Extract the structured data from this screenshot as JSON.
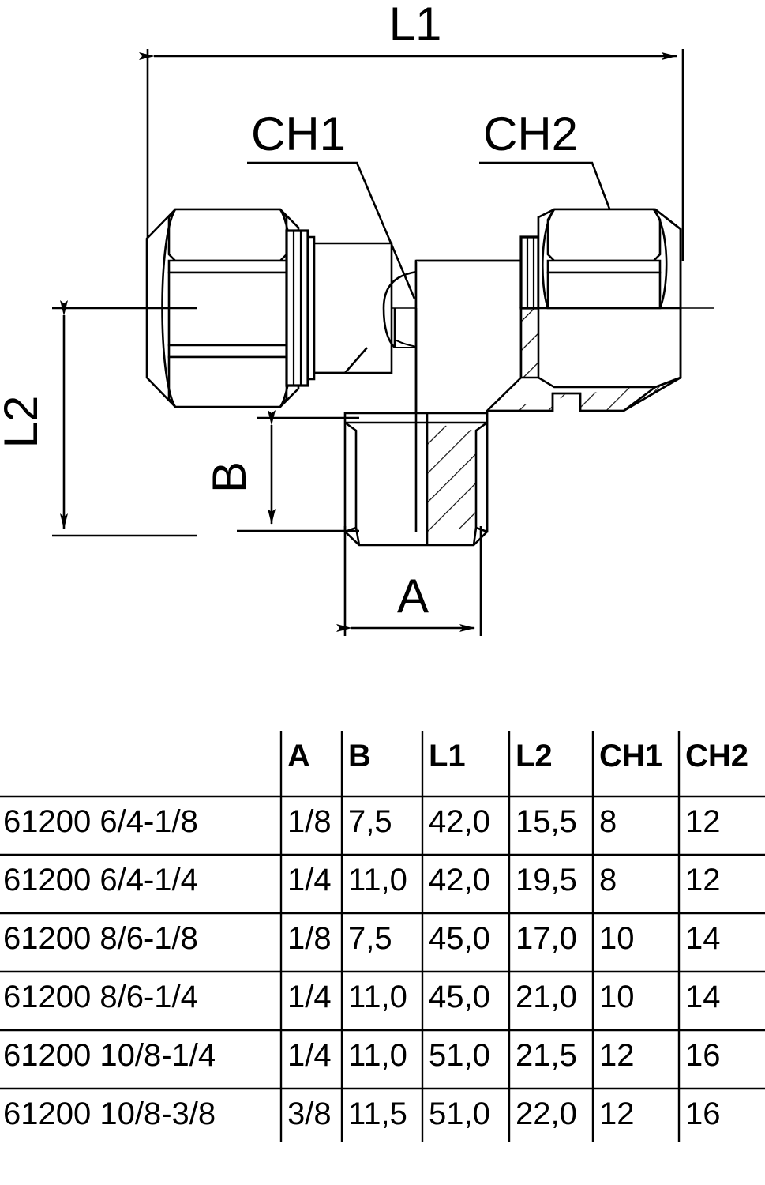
{
  "drawing": {
    "title": "Compression tube fitting run tee dimensional drawing",
    "dimension_labels": {
      "l1": "L1",
      "l2": "L2",
      "a": "A",
      "b": "B",
      "ch1": "CH1",
      "ch2": "CH2"
    },
    "line_color": "#000000",
    "background_color": "#ffffff"
  },
  "table": {
    "columns": [
      "",
      "A",
      "B",
      "L1",
      "L2",
      "CH1",
      "CH2"
    ],
    "rows": [
      {
        "code": "61200 6/4-1/8",
        "A": "1/8",
        "B": "7,5",
        "L1": "42,0",
        "L2": "15,5",
        "CH1": "8",
        "CH2": "12"
      },
      {
        "code": "61200 6/4-1/4",
        "A": "1/4",
        "B": "11,0",
        "L1": "42,0",
        "L2": "19,5",
        "CH1": "8",
        "CH2": "12"
      },
      {
        "code": "61200 8/6-1/8",
        "A": "1/8",
        "B": "7,5",
        "L1": "45,0",
        "L2": "17,0",
        "CH1": "10",
        "CH2": "14"
      },
      {
        "code": "61200 8/6-1/4",
        "A": "1/4",
        "B": "11,0",
        "L1": "45,0",
        "L2": "21,0",
        "CH1": "10",
        "CH2": "14"
      },
      {
        "code": "61200 10/8-1/4",
        "A": "1/4",
        "B": "11,0",
        "L1": "51,0",
        "L2": "21,5",
        "CH1": "12",
        "CH2": "16"
      },
      {
        "code": "61200 10/8-3/8",
        "A": "3/8",
        "B": "11,5",
        "L1": "51,0",
        "L2": "22,0",
        "CH1": "12",
        "CH2": "16"
      }
    ]
  }
}
